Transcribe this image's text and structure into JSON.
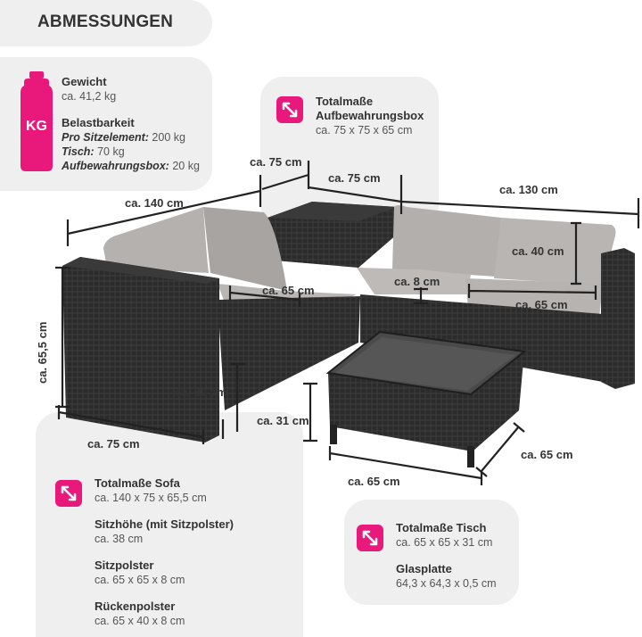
{
  "header": {
    "title": "ABMESSUNGEN"
  },
  "weight": {
    "icon_label": "KG",
    "gewicht_label": "Gewicht",
    "gewicht_value": "ca. 41,2 kg",
    "belast_label": "Belastbarkeit",
    "row1_label": "Pro Sitzelement:",
    "row1_value": "200 kg",
    "row2_label": "Tisch:",
    "row2_value": "70 kg",
    "row3_label": "Aufbewahrungsbox:",
    "row3_value": "20 kg"
  },
  "box": {
    "title1": "Totalmaße",
    "title2": "Aufbewahrungsbox",
    "value": "ca. 75 x 75 x 65 cm"
  },
  "dims": {
    "d140": "ca. 140 cm",
    "d75top": "ca. 75 cm",
    "d75box": "ca. 75 cm",
    "d130": "ca. 130 cm",
    "d40": "ca. 40 cm",
    "d8": "ca. 8 cm",
    "d65a": "ca. 65 cm",
    "d65b": "ca. 65 cm",
    "d655": "ca. 65,5 cm",
    "d30": "ca. 30 cm",
    "d31": "ca. 31 cm",
    "d75bottom": "ca. 75 cm",
    "d65tableR": "ca. 65 cm",
    "d65tableB": "ca. 65 cm"
  },
  "sofa": {
    "total_label": "Totalmaße Sofa",
    "total_value": "ca. 140 x 75 x 65,5 cm",
    "sitz_label": "Sitzhöhe (mit Sitzpolster)",
    "sitz_value": "ca. 38 cm",
    "polster_label": "Sitzpolster",
    "polster_value": "ca. 65 x 65 x 8 cm",
    "ruecken_label": "Rückenpolster",
    "ruecken_value": "ca. 65 x 40 x 8 cm"
  },
  "table": {
    "total_label": "Totalmaße Tisch",
    "total_value": "ca. 65 x 65 x 31 cm",
    "glas_label": "Glasplatte",
    "glas_value": "64,3 x 64,3 x 0,5 cm"
  },
  "colors": {
    "accent": "#e8197a",
    "panel": "#efefef",
    "rattan": "#2a2a2a",
    "cushion": "#a9a6a4"
  }
}
